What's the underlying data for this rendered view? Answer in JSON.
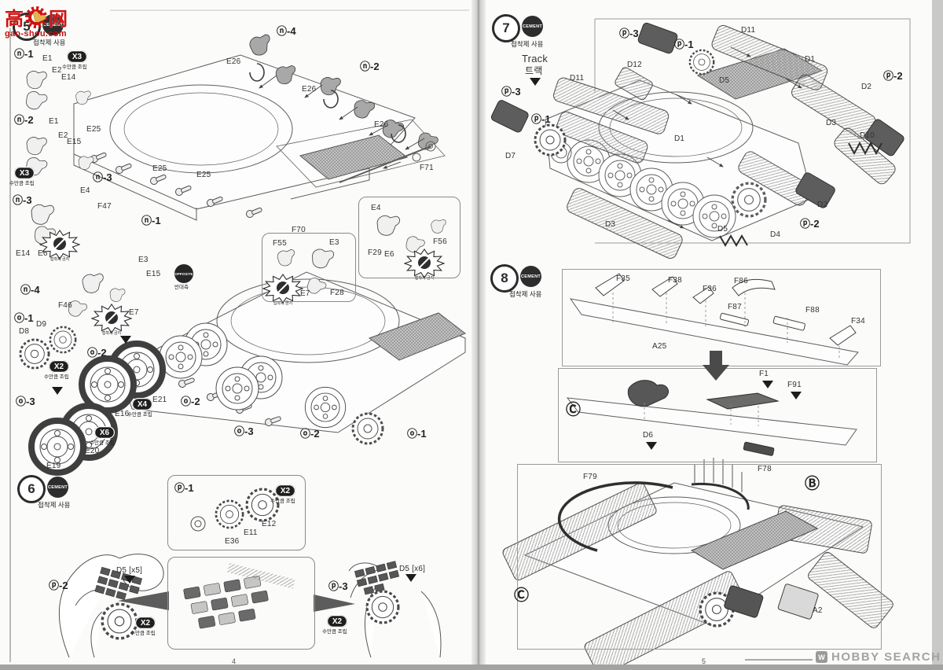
{
  "watermark": {
    "cn_left": "高",
    "cn_right": "网",
    "url": "gao-shou.com"
  },
  "common": {
    "cement": "CEMENT",
    "cement_use": "접착제 사용",
    "no_cement": "접착제 금지",
    "opposite": "OPPOSITE",
    "opposite_side": "반대측",
    "qty_note": "수만큼 조립",
    "track_en": "Track",
    "track_kr": "트랙"
  },
  "steps": {
    "s5": "5",
    "s6": "6",
    "s7": "7",
    "s8": "8"
  },
  "qty": {
    "x2": "X2",
    "x3": "X3",
    "x4": "X4",
    "x6": "X6"
  },
  "callouts": {
    "n1": "ⓝ-1",
    "n2": "ⓝ-2",
    "n3": "ⓝ-3",
    "n4": "ⓝ-4",
    "o1": "ⓞ-1",
    "o2": "ⓞ-2",
    "o3": "ⓞ-3",
    "p1": "ⓟ-1",
    "p2": "ⓟ-2",
    "p3": "ⓟ-3",
    "b": "Ⓑ",
    "c": "Ⓒ"
  },
  "parts": {
    "e1": "E1",
    "e2": "E2",
    "e3": "E3",
    "e4": "E4",
    "e6": "E6",
    "e7": "E7",
    "e11": "E11",
    "e12": "E12",
    "e14": "E14",
    "e15": "E15",
    "e16": "E16",
    "e19": "E19",
    "e20": "E20",
    "e21": "E21",
    "e25": "E25",
    "e26": "E26",
    "e36": "E36",
    "f1": "F1",
    "f28": "F28",
    "f29": "F29",
    "f34": "F34",
    "f35": "F35",
    "f36": "F36",
    "f38": "F38",
    "f46": "F46",
    "f47": "F47",
    "f55": "F55",
    "f56": "F56",
    "f70": "F70",
    "f71": "F71",
    "f78": "F78",
    "f79": "F79",
    "f86": "F86",
    "f87": "F87",
    "f88": "F88",
    "f91": "F91",
    "a2": "A2",
    "a25": "A25",
    "d1": "D1",
    "d2": "D2",
    "d3": "D3",
    "d4": "D4",
    "d5": "D5",
    "d5x5": "D5 [x5]",
    "d5x6": "D5 [x6]",
    "d6": "D6",
    "d7": "D7",
    "d8": "D8",
    "d9": "D9",
    "d10": "D10",
    "d11": "D11",
    "d12": "D12"
  },
  "footer": {
    "page_left": "4",
    "page_right": "5",
    "logo_text": "HOBBY SEARCH",
    "logo_mark": "W"
  }
}
